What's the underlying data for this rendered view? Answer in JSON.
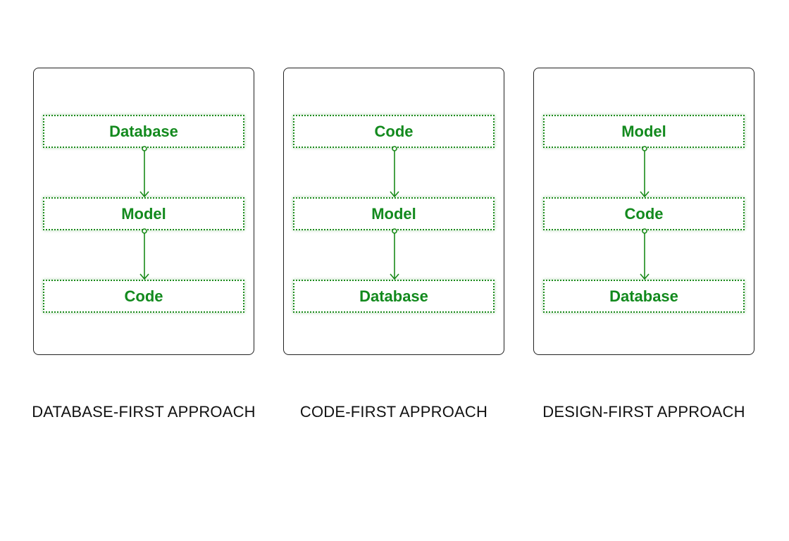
{
  "panels": [
    {
      "nodes": [
        "Database",
        "Model",
        "Code"
      ],
      "caption": "DATABASE-FIRST APPROACH"
    },
    {
      "nodes": [
        "Code",
        "Model",
        "Database"
      ],
      "caption": "CODE-FIRST APPROACH"
    },
    {
      "nodes": [
        "Model",
        "Code",
        "Database"
      ],
      "caption": "DESIGN-FIRST APPROACH"
    }
  ],
  "colors": {
    "node_text": "#138a1e",
    "node_border": "#1a8a1a",
    "panel_border": "#222222"
  }
}
